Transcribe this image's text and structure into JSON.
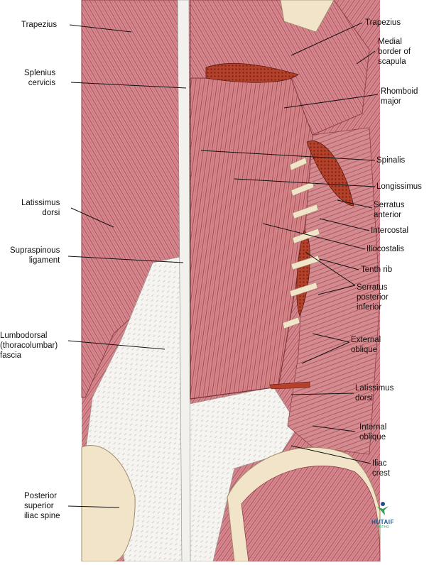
{
  "labels": {
    "trapezius_left": "Trapezius",
    "splenius_cervicis": "Splenius\ncervicis",
    "latissimus_left": "Latissimus\ndorsi",
    "supraspinous": "Supraspinous\nligament",
    "lumbodorsal": "Lumbodorsal\n(thoracolumbar)\nfascia",
    "psis": "Posterior\nsuperior\niliac spine",
    "trapezius_right": "Trapezius",
    "medial_border": "Medial\nborder of\nscapula",
    "rhomboid_major": "Rhomboid\nmajor",
    "spinalis": "Spinalis",
    "longissimus": "Longissimus",
    "serratus_anterior": "Serratus\nanterior",
    "intercostal": "Intercostal",
    "iliocostalis": "Iliocostalis",
    "tenth_rib": "Tenth rib",
    "serratus_posterior_inferior": "Serratus\nposterior\ninferior",
    "external_oblique": "External\noblique",
    "latissimus_right": "Latissimus\ndorsi",
    "internal_oblique": "Internal\noblique",
    "iliac_crest": "Iliac\ncrest"
  },
  "logo": {
    "name": "HUTAIF",
    "sub": "ORTHO"
  },
  "colors": {
    "muscle": "#d9868a",
    "muscle_dark": "#b85d63",
    "fascia": "#f4f2ef",
    "bone": "#f1e4c8",
    "cut_muscle": "#b5412b",
    "line": "#111111"
  }
}
